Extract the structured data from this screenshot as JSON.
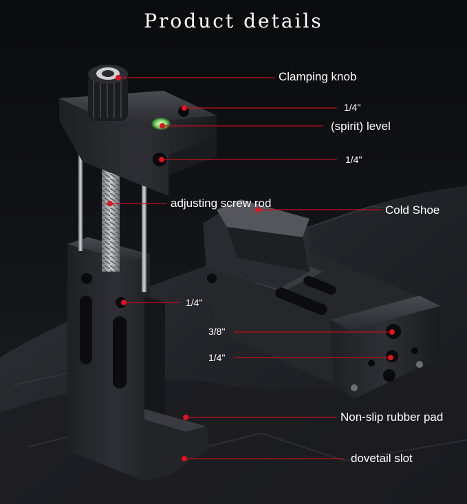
{
  "title": "Product details",
  "labels": {
    "clamping_knob": "Clamping knob",
    "quarter_top": "1/4\"",
    "spirit_level": "(spirit) level",
    "quarter_side": "1/4\"",
    "adjusting_screw_rod": "adjusting screw rod",
    "cold_shoe": "Cold Shoe",
    "quarter_body": "1/4\"",
    "three_eighths": "3/8\"",
    "quarter_front": "1/4\"",
    "non_slip_pad": "Non-slip rubber pad",
    "dovetail_slot": "dovetail slot"
  },
  "colors": {
    "background": "#0d0e10",
    "metal": "#2b2c30",
    "leader_line": "#c0101a",
    "dot": "#e0141e",
    "text": "#ffffff"
  }
}
